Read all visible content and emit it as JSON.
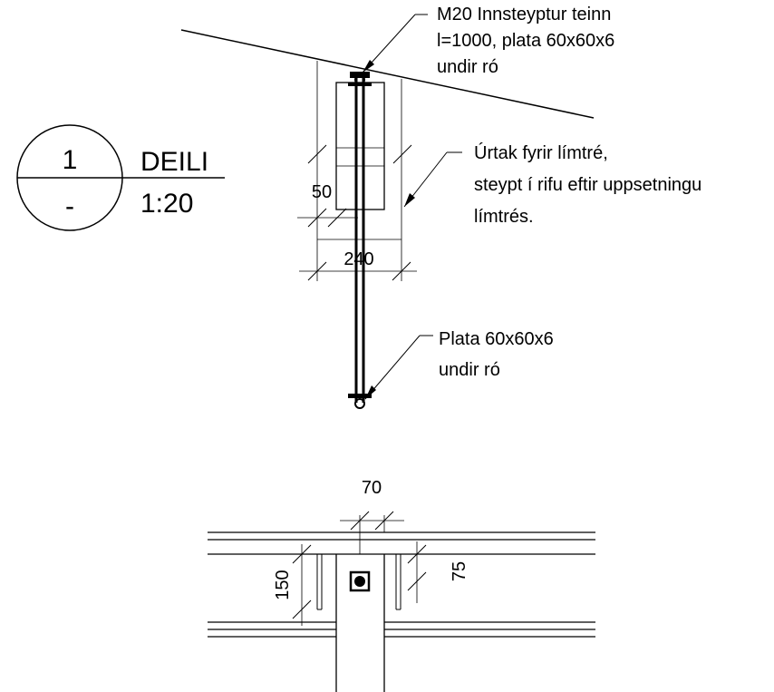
{
  "title_block": {
    "detail_number": "1",
    "sheet_ref": "-",
    "title": "DEILI",
    "scale": "1:20"
  },
  "annotations": {
    "anchor_bolt": [
      "M20 Innsteyptur teinn",
      "l=1000, plata 60x60x6",
      "undir ró"
    ],
    "recess": [
      "Úrtak fyrir límtré,",
      "steypt í rifu eftir uppsetningu",
      "límtrés."
    ],
    "plate": [
      "Plata 60x60x6",
      "undir ró"
    ]
  },
  "dimensions": {
    "recess_depth": "50",
    "recess_width": "240",
    "beam_width": "70",
    "recess_height": "150",
    "bolt_offset": "75"
  }
}
